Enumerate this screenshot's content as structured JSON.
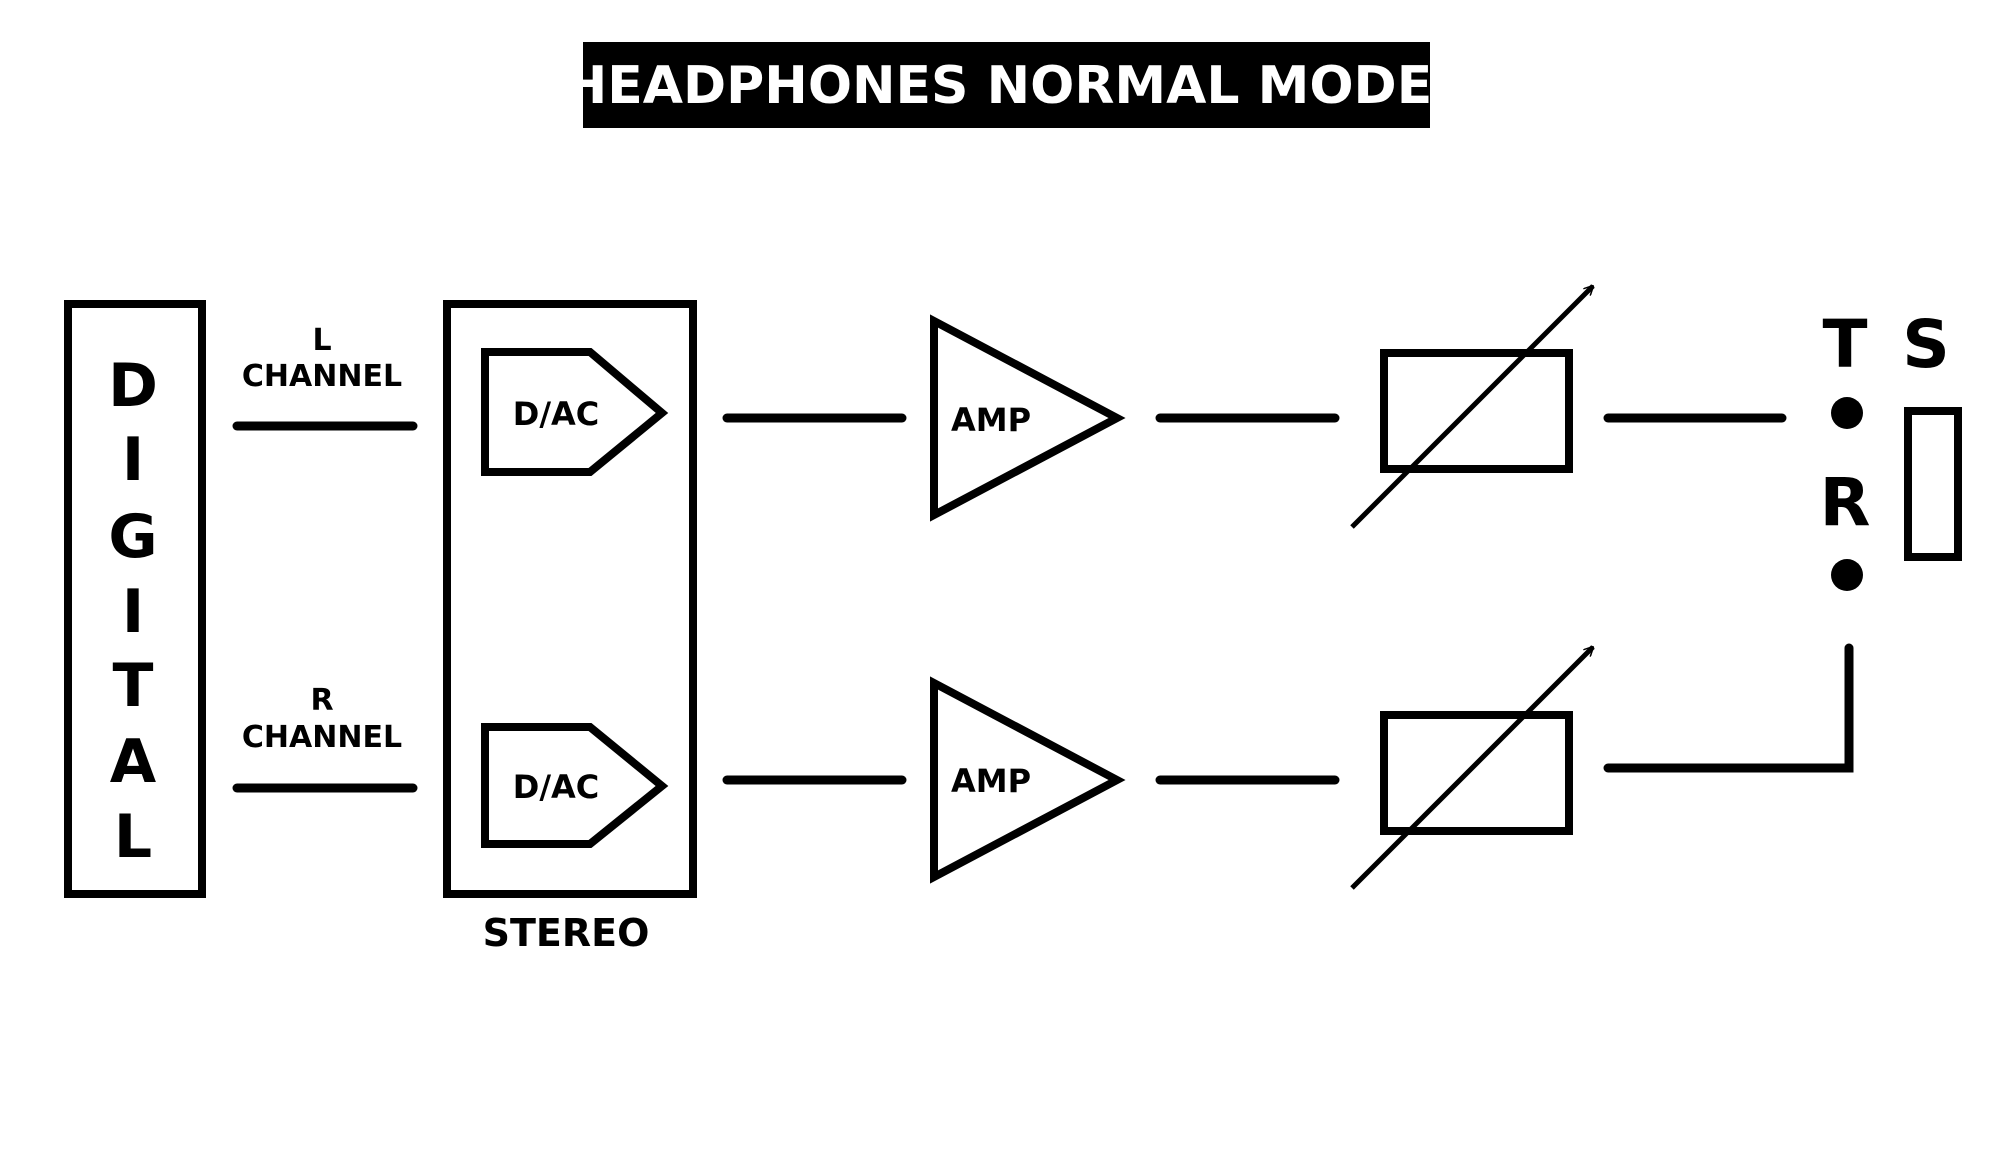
{
  "title": "HEADPHONES NORMAL MODE",
  "digital_label": [
    "D",
    "I",
    "G",
    "I",
    "T",
    "A",
    "L"
  ],
  "channels": {
    "left": {
      "letter": "L",
      "word": "CHANNEL"
    },
    "right": {
      "letter": "R",
      "word": "CHANNEL"
    }
  },
  "dac_label": "D/AC",
  "stereo_label": "STEREO",
  "amp_label": "AMP",
  "jack": {
    "tip": "T",
    "ring": "R",
    "sleeve": "S"
  },
  "colors": {
    "ink": "#000000",
    "background": "#ffffff"
  }
}
